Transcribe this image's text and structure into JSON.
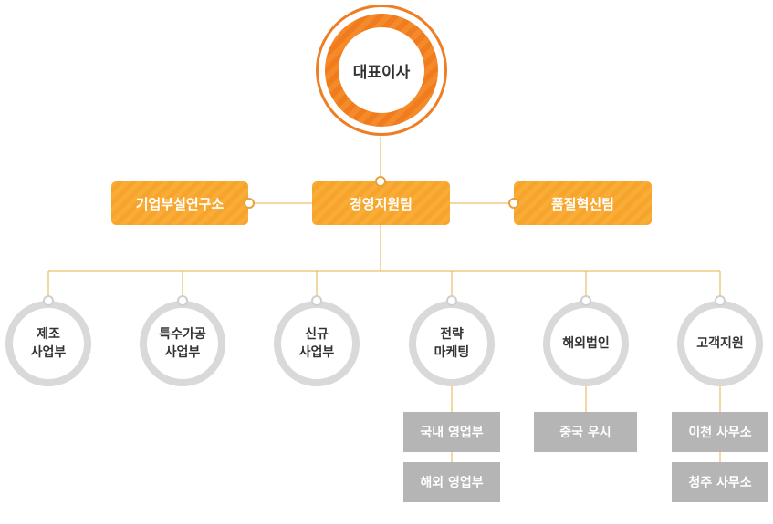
{
  "ceo": {
    "label": "대표이사"
  },
  "teams": {
    "left": "기업부설연구소",
    "center": "경영지원팀",
    "right": "품질혁신팀"
  },
  "divisions": [
    {
      "label": "제조\n사업부",
      "subs": []
    },
    {
      "label": "특수가공\n사업부",
      "subs": []
    },
    {
      "label": "신규\n사업부",
      "subs": []
    },
    {
      "label": "전략\n마케팅",
      "subs": [
        "국내 영업부",
        "해외 영업부"
      ]
    },
    {
      "label": "해외법인",
      "subs": [
        "중국 우시"
      ]
    },
    {
      "label": "고객지원",
      "subs": [
        "이천 사무소",
        "청주 사무소"
      ]
    }
  ],
  "colors": {
    "orange": "#f6a42c",
    "ceo_ring": "#ef7d22",
    "line": "#e8b04a",
    "gray_box": "#b5b5b5",
    "gray_ring": "#d9d9d9"
  }
}
